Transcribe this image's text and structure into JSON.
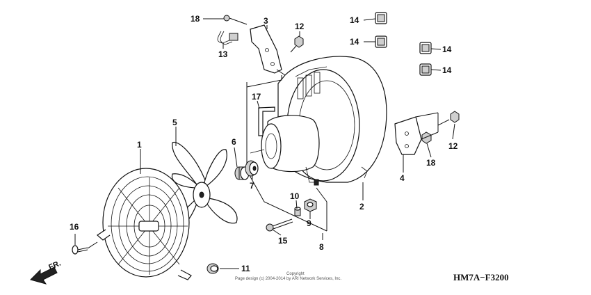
{
  "diagram": {
    "callouts": {
      "c1": "1",
      "c2": "2",
      "c3": "3",
      "c4": "4",
      "c5": "5",
      "c6": "6",
      "c7": "7",
      "c8": "8",
      "c9": "9",
      "c10": "10",
      "c11": "11",
      "c12a": "12",
      "c12b": "12",
      "c13": "13",
      "c14a": "14",
      "c14b": "14",
      "c14c": "14",
      "c14d": "14",
      "c15": "15",
      "c16": "16",
      "c17": "17",
      "c18a": "18",
      "c18b": "18"
    },
    "direction_label": "FR.",
    "figure_code": "HM7A−F3200",
    "copyright_line1": "Copyright",
    "copyright_line2": "Page design (c) 2004-2014 by ARI Network Services, Inc."
  }
}
